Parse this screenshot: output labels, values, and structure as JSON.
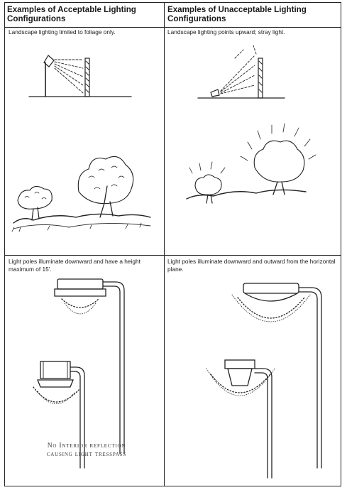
{
  "headers": {
    "acceptable": "Examples of Acceptable Lighting Configurations",
    "unacceptable": "Examples of Unacceptable Lighting Configurations"
  },
  "captions": {
    "landscape_ok": "Landscape lighting limited to foliage only.",
    "landscape_bad": "Landscape lighting points upward; stray light.",
    "pole_ok": "Light poles illuminate downward and have a height maximum of 15'.",
    "pole_bad": "Light poles illuminate downward and outward from the horizontal plane."
  },
  "annotation": {
    "line1": "No Interior reflection",
    "line2": "causing light tresspass"
  }
}
